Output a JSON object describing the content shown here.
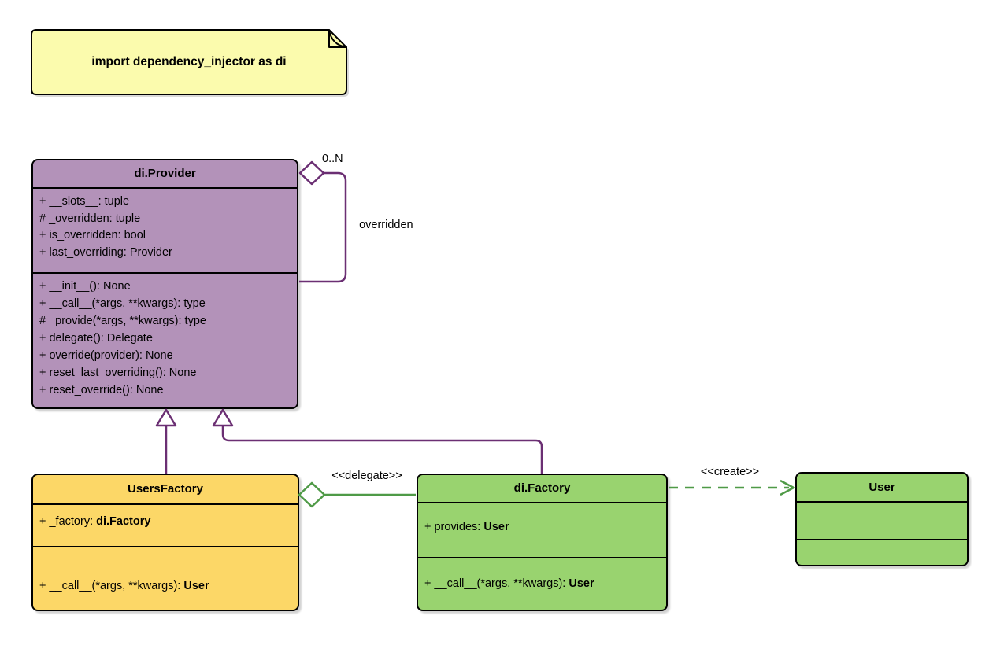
{
  "note": {
    "text": "import dependency_injector as di"
  },
  "colors": {
    "note_fill": "#fbfbad",
    "provider_fill": "#b392b9",
    "users_factory_fill": "#fcd767",
    "factory_fill": "#99d36f",
    "user_fill": "#99d36f",
    "purple_connector": "#6b2f73",
    "green_connector": "#4f9a47",
    "shape_border": "#000000"
  },
  "provider": {
    "title": "di.Provider",
    "attributes": [
      "+ __slots__: tuple",
      "# _overridden: tuple",
      "+ is_overridden: bool",
      "+ last_overriding: Provider"
    ],
    "methods": [
      "+ __init__(): None",
      "+ __call__(*args, **kwargs): type",
      "# _provide(*args, **kwargs): type",
      "+ delegate(): Delegate",
      "+ override(provider): None",
      "+ reset_last_overriding(): None",
      "+ reset_override(): None"
    ]
  },
  "self_association": {
    "multiplicity": "0..N",
    "label": "_overridden"
  },
  "users_factory": {
    "title": "UsersFactory",
    "attribute": {
      "prefix": "+ _factory: ",
      "type": "di.Factory"
    },
    "method": {
      "prefix": "+ __call__(*args, **kwargs): ",
      "type": "User"
    }
  },
  "di_factory": {
    "title": "di.Factory",
    "attribute": {
      "prefix": "+ provides: ",
      "type": "User"
    },
    "method": {
      "prefix": "+ __call__(*args, **kwargs): ",
      "type": "User"
    }
  },
  "user": {
    "title": "User"
  },
  "relations": {
    "delegate": "<<delegate>>",
    "create": "<<create>>"
  }
}
